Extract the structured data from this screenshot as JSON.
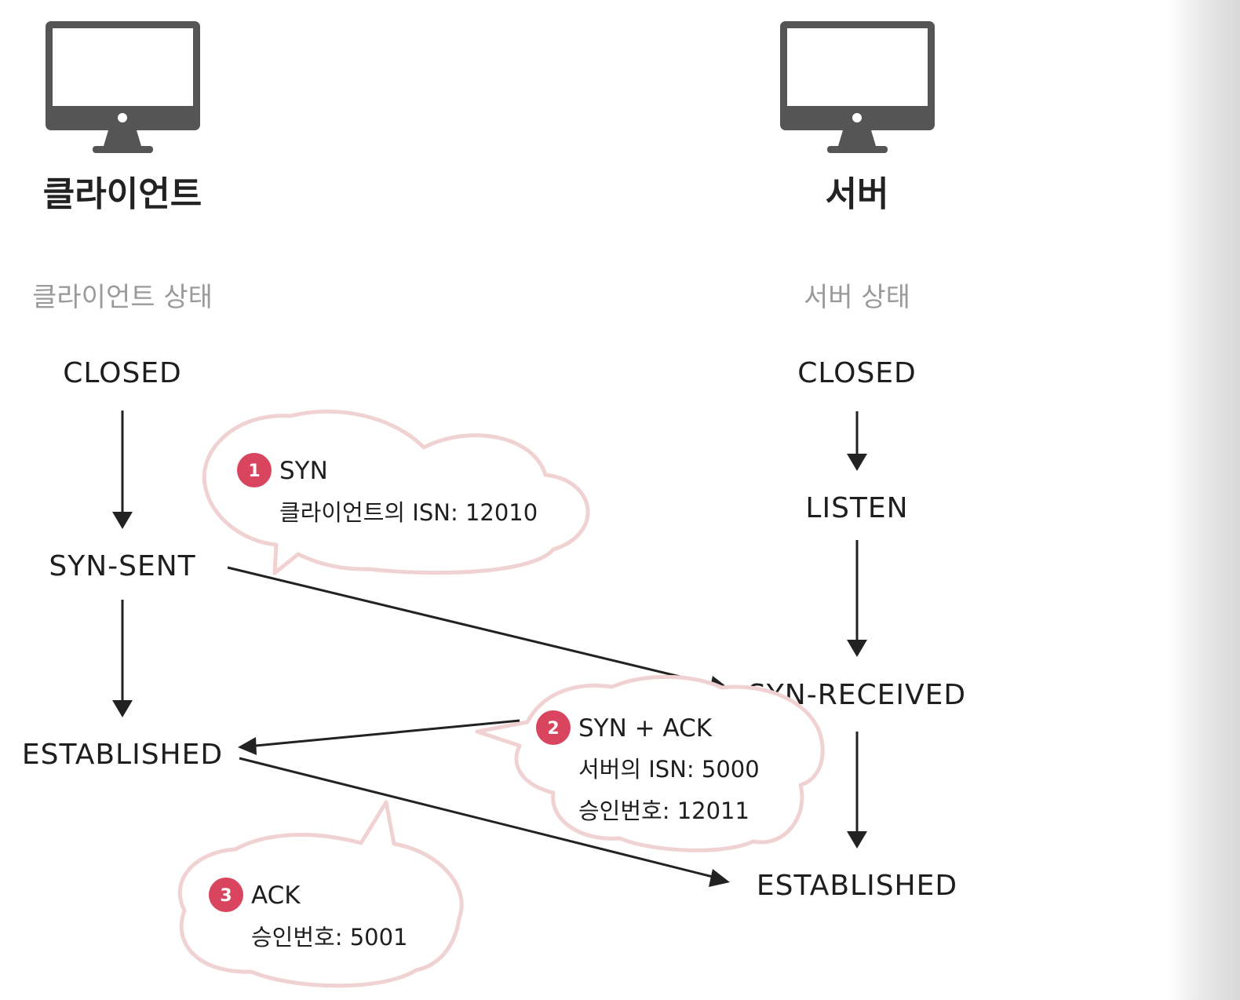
{
  "colors": {
    "ink": "#1e1e1e",
    "muted": "#9a9a9a",
    "monitor": "#555555",
    "badge": "#d9445e",
    "cloud_stroke": "#f1d2d2"
  },
  "client": {
    "title": "클라이언트",
    "state_heading": "클라이언트 상태",
    "states": [
      "CLOSED",
      "SYN-SENT",
      "ESTABLISHED"
    ]
  },
  "server": {
    "title": "서버",
    "state_heading": "서버 상태",
    "states": [
      "CLOSED",
      "LISTEN",
      "SYN-RECEIVED",
      "ESTABLISHED"
    ]
  },
  "messages": [
    {
      "step": "1",
      "lines": [
        "SYN",
        "클라이언트의 ISN: 12010"
      ]
    },
    {
      "step": "2",
      "lines": [
        "SYN + ACK",
        "서버의 ISN: 5000",
        "승인번호: 12011"
      ]
    },
    {
      "step": "3",
      "lines": [
        "ACK",
        "승인번호: 5001"
      ]
    }
  ]
}
